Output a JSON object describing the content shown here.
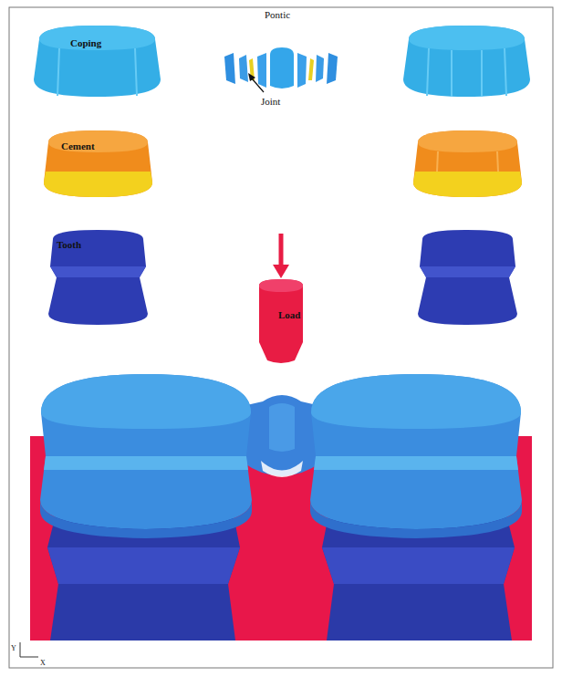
{
  "diagram": {
    "nodes": [
      {
        "text": [
          "Coping"
        ]
      },
      {
        "text": [
          "Cement"
        ]
      },
      {
        "text": [
          "Tooth"
        ]
      },
      {
        "text": [
          "Load"
        ]
      }
    ],
    "labels": [
      "Pontic",
      "Joint",
      "Y",
      "X"
    ]
  }
}
